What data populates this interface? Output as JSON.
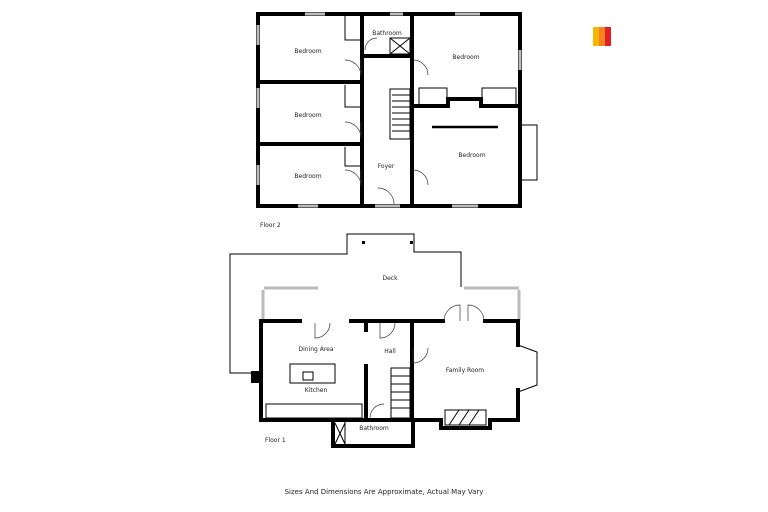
{
  "logo": {
    "colors": [
      "#f7b500",
      "#f58220",
      "#e31e24"
    ]
  },
  "floor2": {
    "label": "Floor 2",
    "rooms": [
      "Bedroom",
      "Bedroom",
      "Bedroom",
      "Bathroom",
      "Bedroom",
      "Bedroom",
      "Foyer"
    ]
  },
  "floor1": {
    "label": "Floor 1",
    "rooms": [
      "Deck",
      "Dining Area",
      "Hall",
      "Family Room",
      "Kitchen",
      "Bathroom"
    ]
  },
  "footnote": "Sizes And Dimensions Are Approximate, Actual May Vary"
}
